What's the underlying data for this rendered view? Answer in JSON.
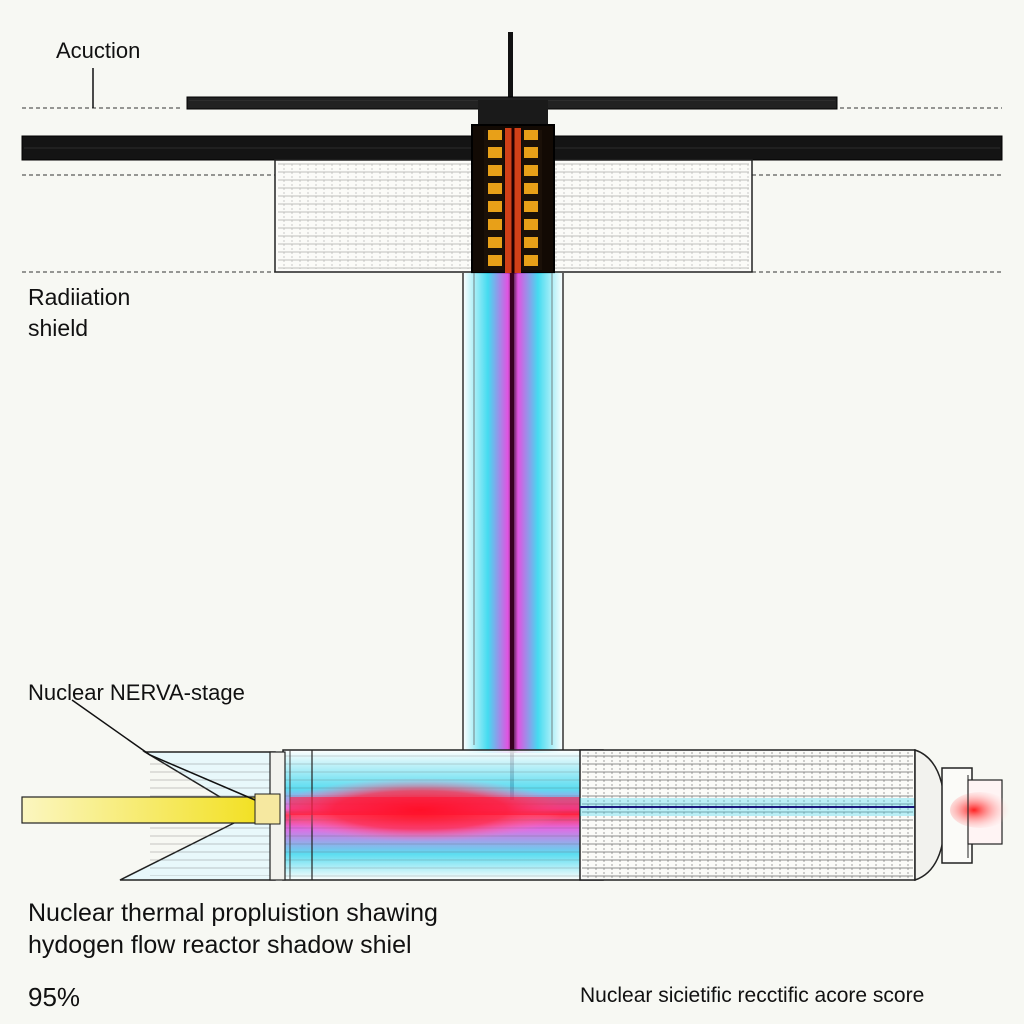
{
  "labels": {
    "actuation": "Acuction",
    "radiation_shield_line1": "Radiiation",
    "radiation_shield_line2": "shield",
    "nerva_stage": "Nuclear NERVA-stage",
    "caption_line1": "Nuclear thermal propluistion shawing",
    "caption_line2": "hydogen flow reactor shadow shiel",
    "percent": "95%",
    "score": "Nuclear sicietific recctific acore score"
  },
  "colors": {
    "background": "#f7f8f3",
    "structure": "#1a1a1a",
    "hydrogen_flow": "#30d8f0",
    "heat_core": "#ff2030",
    "glow": "#e040e0",
    "fuel_rods": "#e8a018",
    "feed_line": "#f2e030",
    "exhaust": "#ff4040"
  }
}
